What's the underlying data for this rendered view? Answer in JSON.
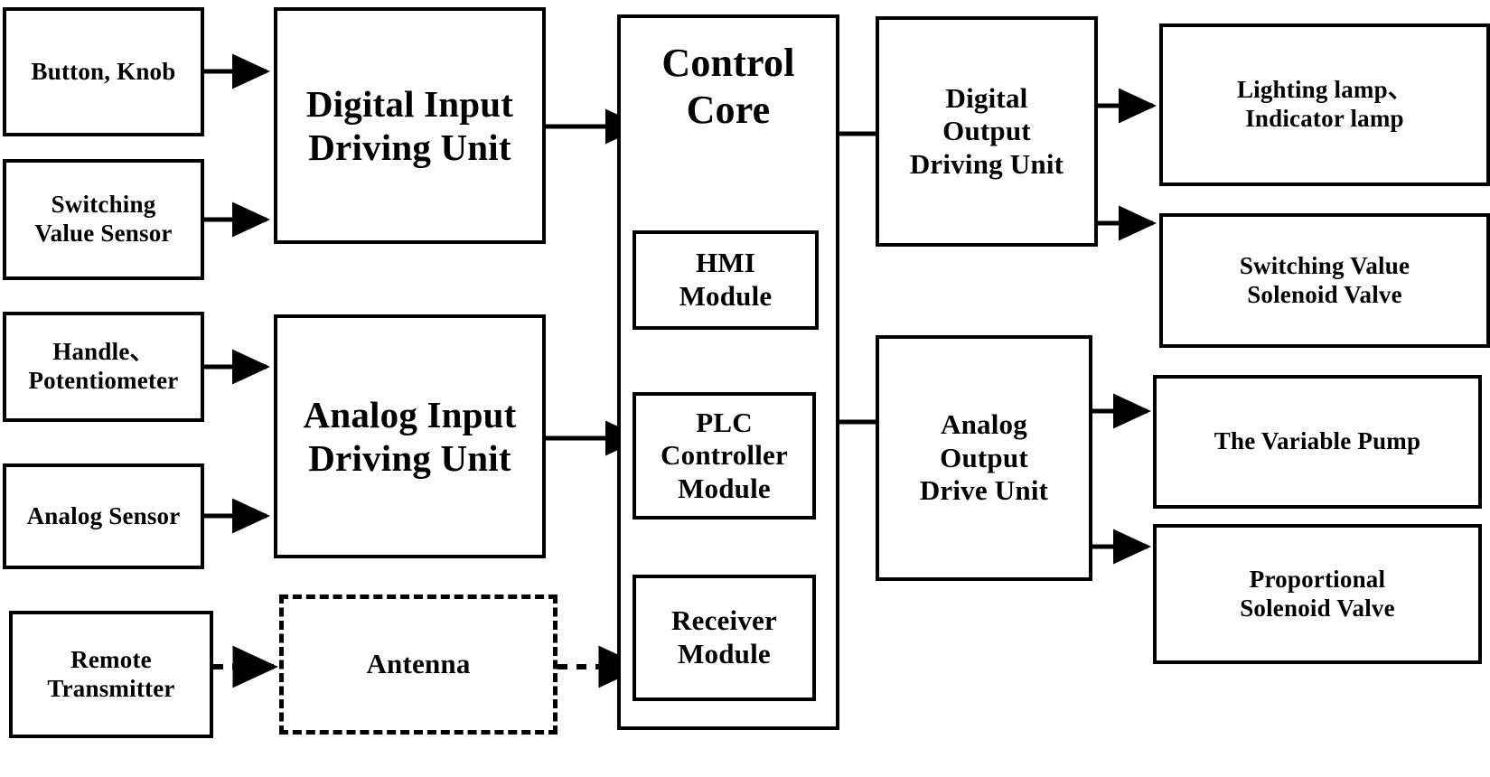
{
  "diagram": {
    "title": "Control System Block Diagram",
    "background_color": "#ffffff",
    "line_color": "#000000",
    "nodes": {
      "button_knob": "Button, Knob",
      "switching_value_sensor": "Switching\nValue Sensor",
      "handle_potentiometer": "Handle、\nPotentiometer",
      "analog_sensor": "Analog Sensor",
      "remote_transmitter": "Remote\nTransmitter",
      "digital_input_driving_unit": "Digital Input\nDriving Unit",
      "analog_input_driving_unit": "Analog Input\nDriving Unit",
      "antenna": "Antenna",
      "control_core": "Control\nCore",
      "hmi_module": "HMI\nModule",
      "plc_controller_module": "PLC\nController\nModule",
      "receiver_module": "Receiver\nModule",
      "digital_output_driving_unit": "Digital\nOutput\nDriving Unit",
      "analog_output_drive_unit": "Analog\nOutput\nDrive Unit",
      "lighting_indicator_lamp": "Lighting lamp、\nIndicator lamp",
      "switching_value_solenoid_valve": "Switching Value\nSolenoid Valve",
      "variable_pump": "The Variable Pump",
      "proportional_solenoid_valve": "Proportional\nSolenoid Valve"
    },
    "edges": [
      {
        "from": "button_knob",
        "to": "digital_input_driving_unit",
        "style": "solid"
      },
      {
        "from": "switching_value_sensor",
        "to": "digital_input_driving_unit",
        "style": "solid"
      },
      {
        "from": "handle_potentiometer",
        "to": "analog_input_driving_unit",
        "style": "solid"
      },
      {
        "from": "analog_sensor",
        "to": "analog_input_driving_unit",
        "style": "solid"
      },
      {
        "from": "remote_transmitter",
        "to": "antenna",
        "style": "dotted"
      },
      {
        "from": "digital_input_driving_unit",
        "to": "control_core",
        "style": "solid"
      },
      {
        "from": "analog_input_driving_unit",
        "to": "control_core",
        "style": "solid"
      },
      {
        "from": "antenna",
        "to": "receiver_module",
        "style": "dotted"
      },
      {
        "from": "control_core",
        "to": "digital_output_driving_unit",
        "style": "solid"
      },
      {
        "from": "control_core",
        "to": "analog_output_drive_unit",
        "style": "solid"
      },
      {
        "from": "digital_output_driving_unit",
        "to": "lighting_indicator_lamp",
        "style": "solid"
      },
      {
        "from": "digital_output_driving_unit",
        "to": "switching_value_solenoid_valve",
        "style": "solid"
      },
      {
        "from": "analog_output_drive_unit",
        "to": "variable_pump",
        "style": "solid"
      },
      {
        "from": "analog_output_drive_unit",
        "to": "proportional_solenoid_valve",
        "style": "solid"
      }
    ]
  }
}
